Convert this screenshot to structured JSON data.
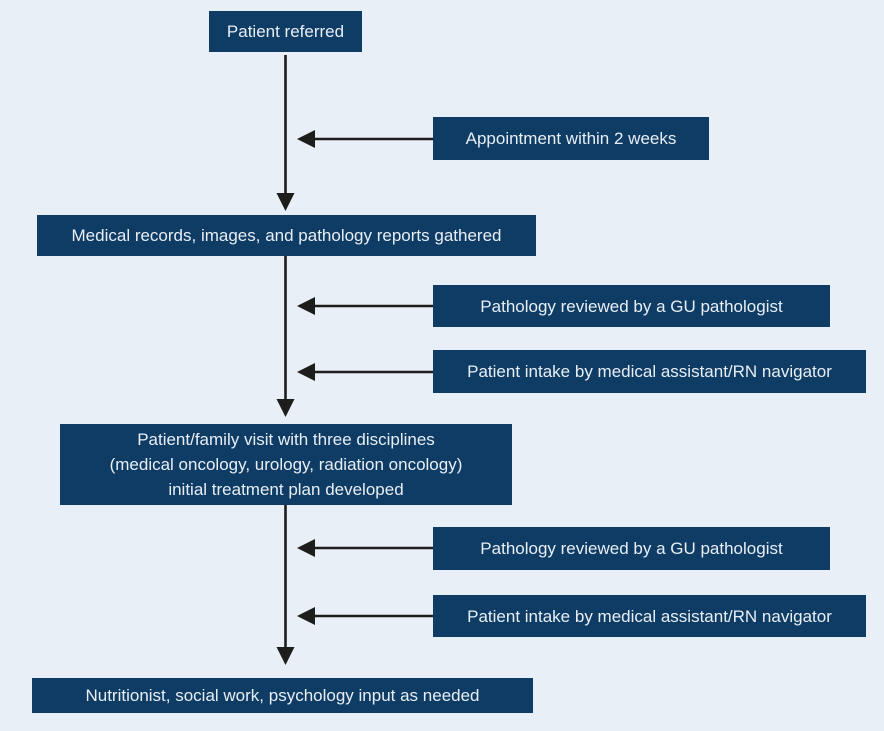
{
  "figure": {
    "type": "flowchart",
    "colors": {
      "background": "#e9eff6",
      "node_fill": "#0e3c64",
      "node_text": "#e8eef5",
      "arrow": "#1d1d1b"
    },
    "nodes": {
      "patient_referred": "Patient referred",
      "appointment": "Appointment within 2 weeks",
      "records_gathered": "Medical records, images, and pathology reports gathered",
      "pathology_review_top": "Pathology reviewed by a GU pathologist",
      "patient_intake_top": "Patient intake by medical assistant/RN navigator",
      "visit_line1": "Patient/family visit with three disciplines",
      "visit_line2": "(medical oncology, urology, radiation oncology)",
      "visit_line3": "initial treatment plan developed",
      "pathology_review_bottom": "Pathology reviewed by a GU pathologist",
      "patient_intake_bottom": "Patient intake by medical assistant/RN navigator",
      "support_services": "Nutritionist, social work, psychology input as needed"
    }
  }
}
